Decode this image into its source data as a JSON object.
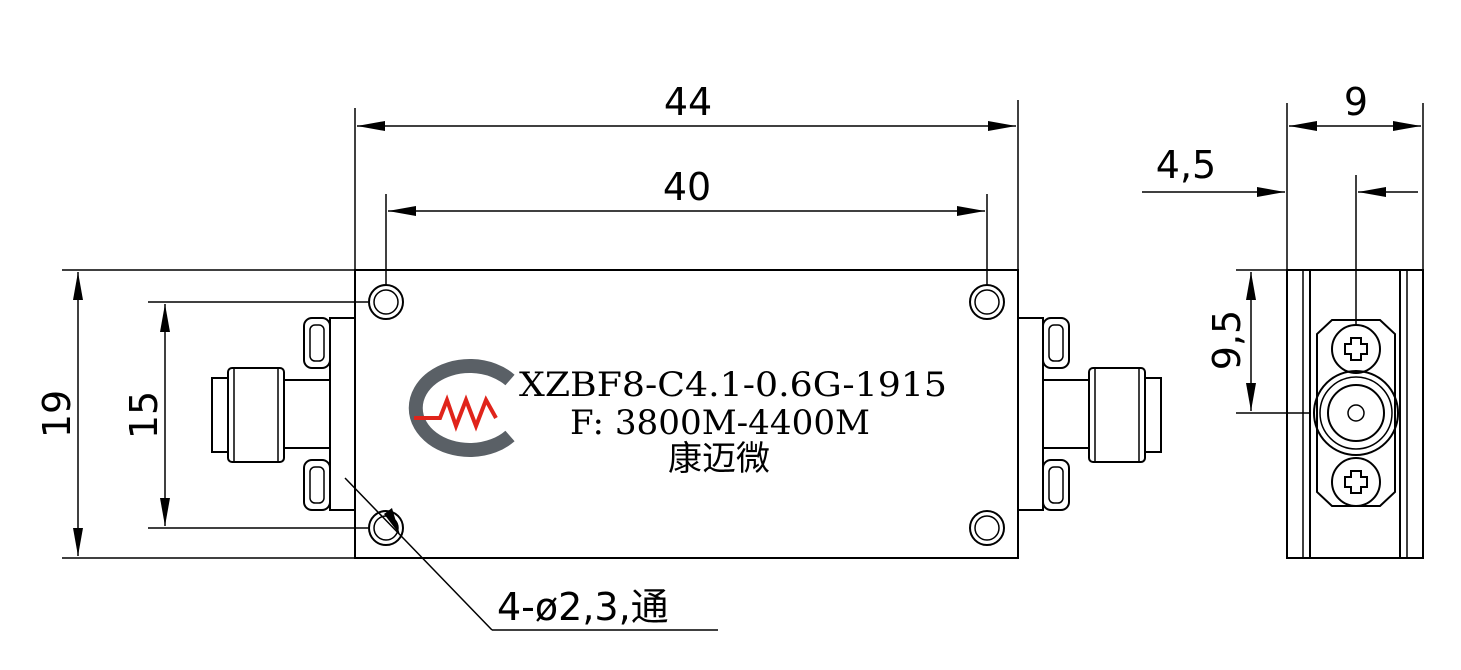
{
  "dimensions": {
    "overall_length": "44",
    "hole_spacing_length": "40",
    "overall_height": "19",
    "hole_spacing_height": "15",
    "side_width": "9",
    "side_center_offset": "4,5",
    "side_connector_height": "9,5",
    "holes_note": "4-ø2,3,通"
  },
  "nameplate": {
    "model": "XZBF8-C4.1-0.6G-1915",
    "frequency": "F: 3800M-4400M",
    "brand": "康迈微"
  },
  "colors": {
    "line": "#000000",
    "logo_gray": "#5a6066",
    "logo_red": "#e0241b"
  }
}
